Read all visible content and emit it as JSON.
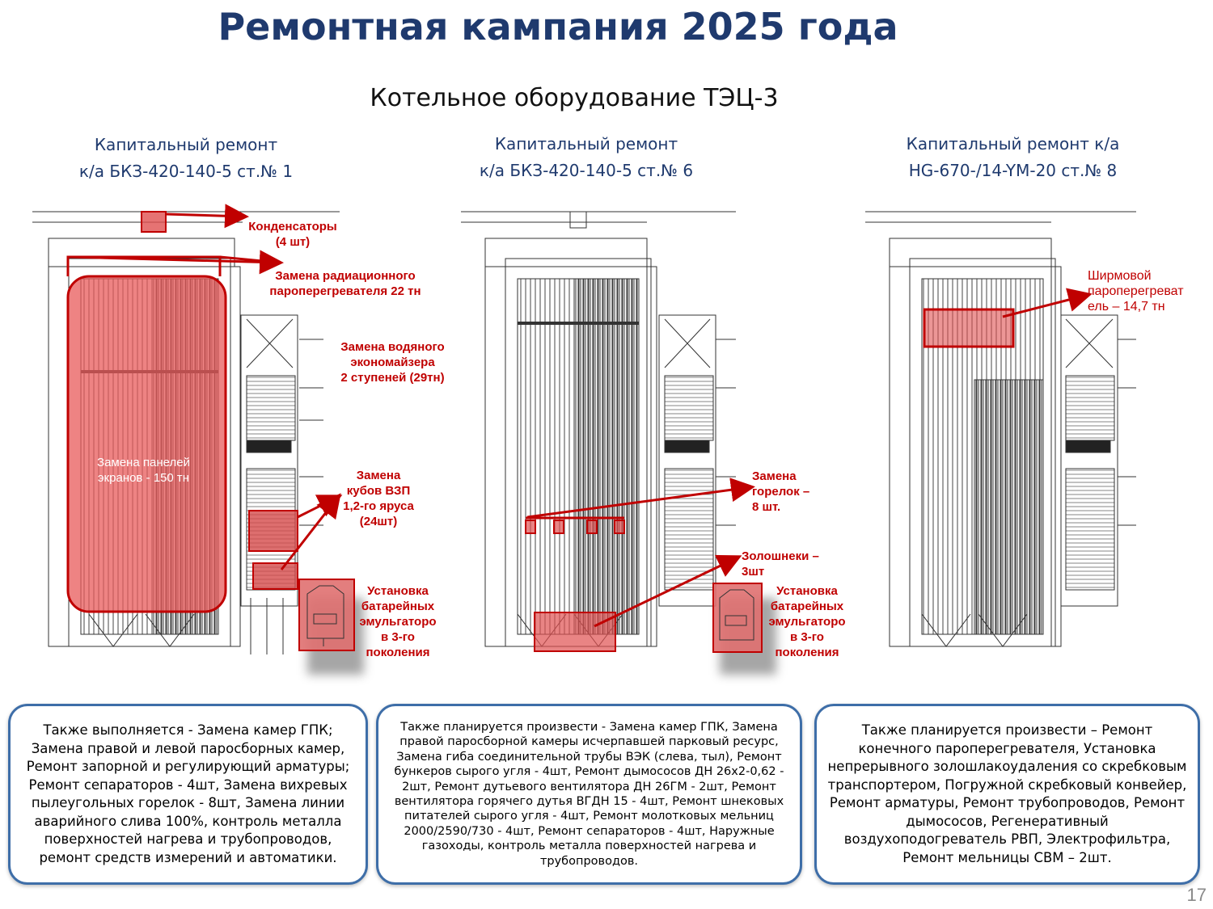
{
  "header": {
    "title": "Ремонтная кампания 2025 года",
    "subtitle": "Котельное оборудование ТЭЦ-3"
  },
  "columns": [
    {
      "line1": "Капитальный ремонт",
      "line2": "к/а БКЗ-420-140-5 ст.№ 1"
    },
    {
      "line1": "Капитальный ремонт",
      "line2": "к/а БКЗ-420-140-5 ст.№ 6"
    },
    {
      "line1": "Капитальный ремонт к/а",
      "line2": "HG-670-/14-YM-20 ст.№ 8"
    }
  ],
  "labels": {
    "condensers": [
      "Конденсаторы",
      "(4 шт)"
    ],
    "radiation_sh": [
      "Замена радиационного",
      "пароперегревателя 22 тн"
    ],
    "water_eco": [
      "Замена водяного",
      "экономайзера",
      "2 ступеней (29тн)"
    ],
    "panels": [
      "Замена панелей",
      "экранов - 150 тн"
    ],
    "vzp": [
      "Замена",
      "кубов ВЗП",
      "1,2-го яруса",
      "(24шт)"
    ],
    "emulsifier1": [
      "Установка",
      "батарейных",
      "эмульгаторо",
      "в 3-го",
      "поколения"
    ],
    "burners": [
      "Замена",
      "горелок –",
      "8 шт."
    ],
    "ash_screws": [
      "Золошнеки –",
      "3шт"
    ],
    "emulsifier2": [
      "Установка",
      "батарейных",
      "эмульгаторо",
      "в 3-го",
      "поколения"
    ],
    "screen_sh": [
      "Ширмовой",
      "пароперегреват",
      "ель – 14,7 тн"
    ]
  },
  "notes": [
    "Также выполняется - Замена камер ГПК; Замена правой и левой паросборных камер, Ремонт запорной и регулирующий арматуры; Ремонт сепараторов - 4шт, Замена вихревых пылеугольных горелок - 8шт, Замена линии аварийного слива 100%, контроль металла поверхностей нагрева и трубопроводов, ремонт средств измерений и автоматики.",
    "Также планируется произвести - Замена камер ГПК, Замена правой паросборной камеры исчерпавшей парковый ресурс, Замена гиба соединительной трубы ВЭК (слева, тыл), Ремонт бункеров сырого угля - 4шт, Ремонт дымососов ДН 26х2-0,62 - 2шт, Ремонт дутьевого вентилятора ДН 26ГМ - 2шт, Ремонт вентилятора горячего дутья ВГДН 15 - 4шт, Ремонт шнековых питателей сырого угля - 4шт, Ремонт молотковых мельниц 2000/2590/730 - 4шт, Ремонт сепараторов - 4шт, Наружные газоходы, контроль металла поверхностей нагрева и трубопроводов.",
    "Также планируется произвести – Ремонт конечного пароперегревателя, Установка непрерывного золошлакоудаления со скребковым транспортером, Погружной скребковый конвейер, Ремонт арматуры, Ремонт трубопроводов, Ремонт дымососов, Регенеративный воздухоподогреватель РВП, Электрофильтра, Ремонт мельницы СВМ – 2шт."
  ],
  "page_number": "17",
  "colors": {
    "accent": "#1f3a6e",
    "highlight": "#c00000",
    "frame": "#3e6ea8"
  }
}
